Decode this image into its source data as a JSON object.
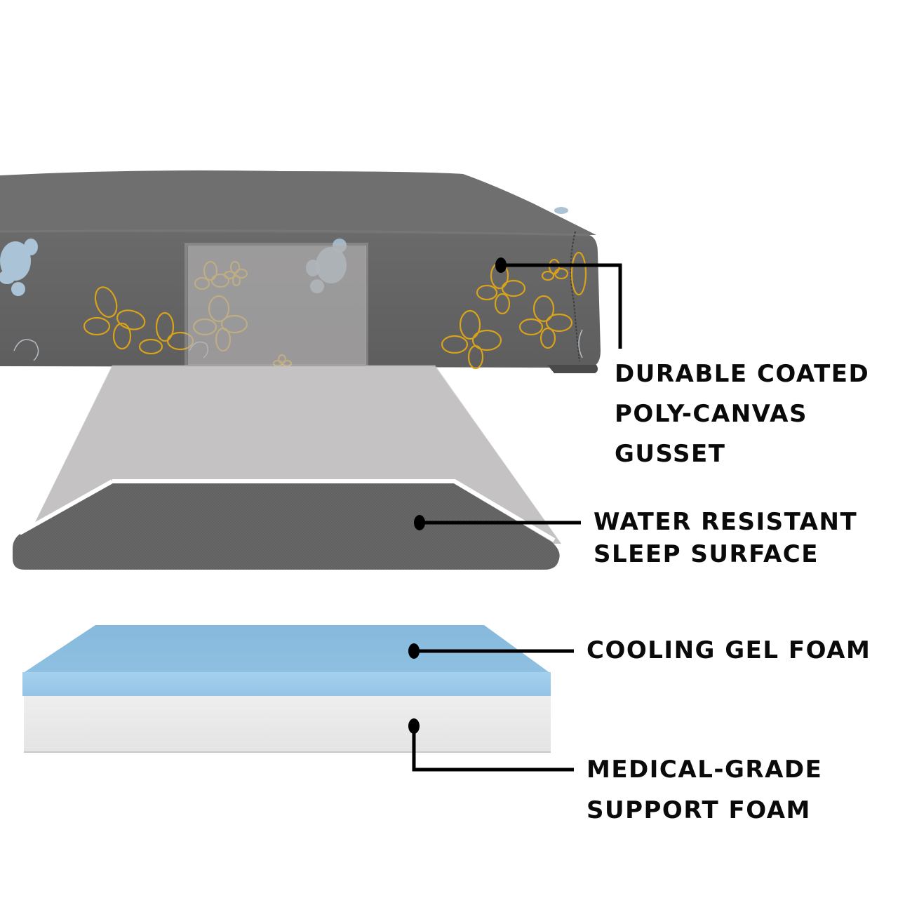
{
  "infographic": {
    "subject": "Dog bed layer breakdown",
    "colors": {
      "background": "#ffffff",
      "cover_gray": "#636363",
      "cover_top": "#6e6e6e",
      "flower_outline": "#d9a21b",
      "paw_blue": "#a9c3d6",
      "zoom_projection": "#c4c2c2",
      "sleep_surface": "#6a6a6a",
      "gel_foam": "#8fbfe0",
      "gel_foam_side": "#9fcbe9",
      "support_foam": "#e9e9e9",
      "callout": "#000000"
    },
    "callouts": [
      {
        "id": "gusset",
        "lines": [
          "DURABLE COATED",
          "POLY-CANVAS",
          "GUSSET"
        ]
      },
      {
        "id": "sleep-surface",
        "lines": [
          "WATER RESISTANT",
          "SLEEP SURFACE"
        ]
      },
      {
        "id": "gel-foam",
        "lines": [
          "COOLING GEL FOAM"
        ]
      },
      {
        "id": "support-foam",
        "lines": [
          "MEDICAL-GRADE",
          "SUPPORT FOAM"
        ]
      }
    ]
  }
}
